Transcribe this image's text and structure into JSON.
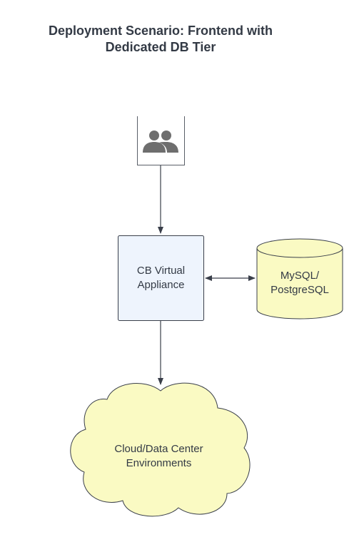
{
  "title": {
    "line1": "Deployment Scenario: Frontend with",
    "line2": "Dedicated DB Tier"
  },
  "nodes": {
    "users": {
      "icon": "users-icon"
    },
    "appliance": {
      "line1": "CB Virtual",
      "line2": "Appliance"
    },
    "database": {
      "line1": "MySQL/",
      "line2": "PostgreSQL"
    },
    "cloud": {
      "line1": "Cloud/Data Center",
      "line2": "Environments"
    }
  },
  "colors": {
    "appliance_fill": "#eef4fd",
    "appliance_stroke": "#3a3f4a",
    "database_fill": "#fafac3",
    "cloud_fill": "#fafac3",
    "stroke": "#3a3f4a",
    "icon": "#6e6e6e",
    "text": "#333a45"
  }
}
